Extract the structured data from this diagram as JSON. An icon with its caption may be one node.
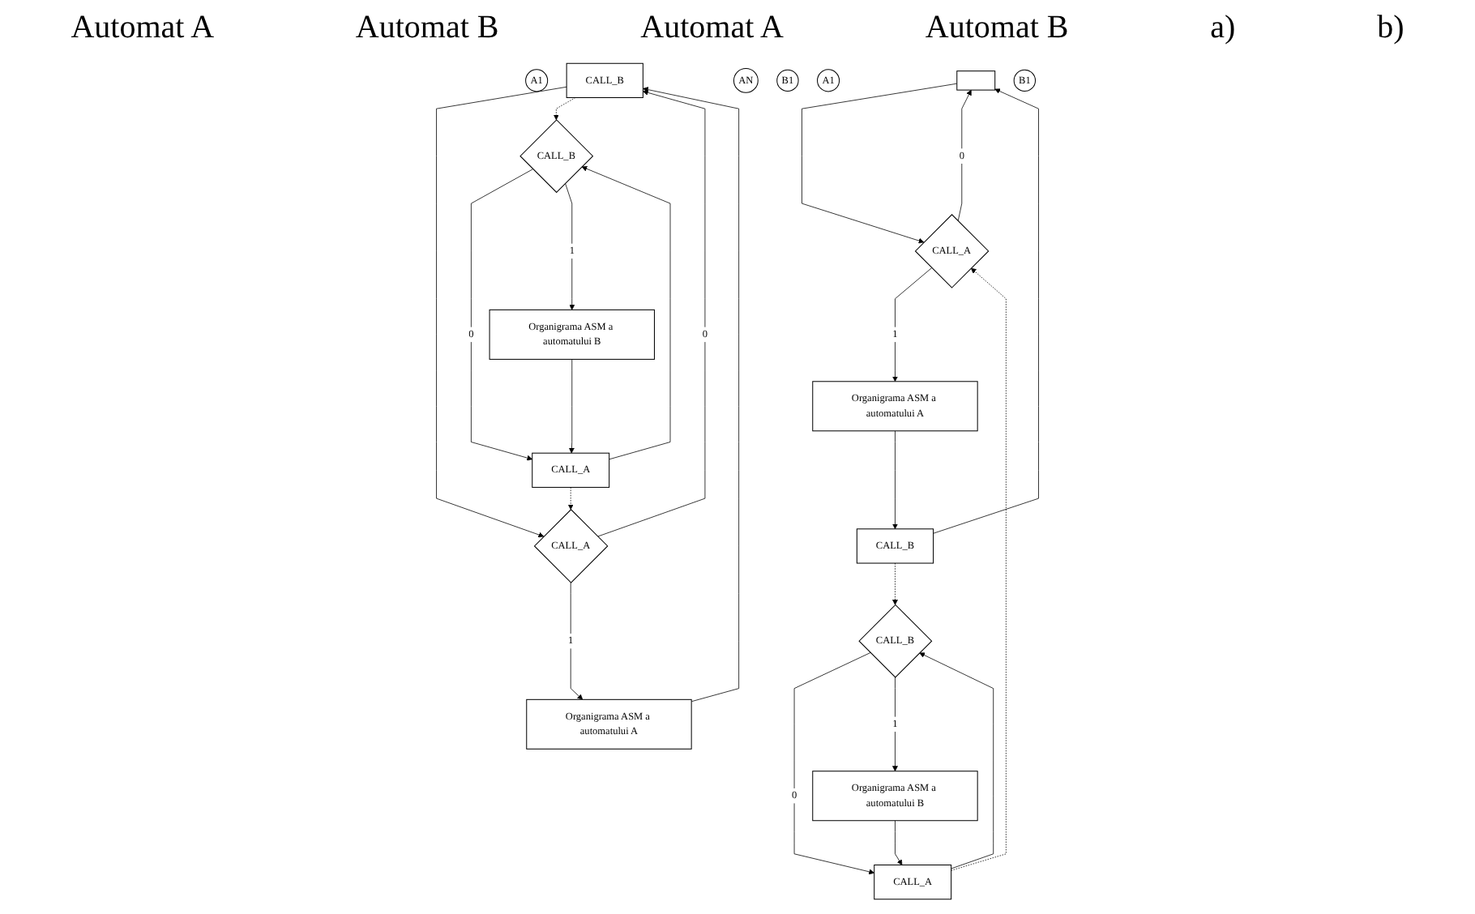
{
  "diagram": {
    "nodes": [
      {
        "text": [
          "A1"
        ]
      },
      {
        "text": [],
        "shape": "box"
      },
      {
        "text": [
          "CALL_A"
        ]
      },
      {
        "text": [
          "Organigrama ASM a automatului A"
        ]
      },
      {
        "text": [
          "AN"
        ]
      },
      {
        "text": [
          "CALL_B"
        ]
      },
      {
        "text": [
          "B1"
        ]
      },
      {
        "text": [
          "CALL_A"
        ]
      },
      {
        "text": [
          "CALL_B"
        ]
      },
      {
        "text": [
          "Organigrama ASM a automatului B"
        ]
      },
      {
        "text": [
          "A1"
        ]
      },
      {
        "text": [
          "CALL_B"
        ]
      },
      {
        "text": [
          "CALL_A"
        ]
      },
      {
        "text": [
          "Organigrama ASM a automatului A"
        ]
      },
      {
        "text": [
          "B1"
        ]
      },
      {
        "text": [
          "CALL_A"
        ]
      },
      {
        "text": [
          "CALL_B"
        ]
      },
      {
        "text": [
          "Organigrama ASM a automatului B"
        ]
      }
    ],
    "edges": [
      {
        "from": 5,
        "to": 1,
        "arrow": "to"
      },
      {
        "from": 1,
        "to": 2,
        "arrow": "to"
      },
      {
        "from": 2,
        "to": 1,
        "arrow": "to",
        "label": "0"
      },
      {
        "from": 2,
        "to": 3,
        "arrow": "to",
        "label": "1"
      },
      {
        "from": 3,
        "to": 5,
        "arrow": "to"
      },
      {
        "from": 7,
        "to": 2,
        "arrow": "to",
        "style": "dashed"
      },
      {
        "from": 5,
        "to": 8,
        "arrow": "to",
        "style": "dashed"
      },
      {
        "from": 9,
        "to": 7,
        "arrow": "to"
      },
      {
        "from": 7,
        "to": 8,
        "arrow": "to"
      },
      {
        "from": 8,
        "to": 7,
        "arrow": "to",
        "label": "0"
      },
      {
        "from": 8,
        "to": 9,
        "arrow": "to",
        "label": "1"
      },
      {
        "from": 13,
        "to": 11,
        "arrow": "to"
      },
      {
        "from": 11,
        "to": 12,
        "arrow": "to"
      },
      {
        "from": 12,
        "to": 11,
        "arrow": "to",
        "label": "0"
      },
      {
        "from": 12,
        "to": 13,
        "arrow": "to",
        "label": "1"
      },
      {
        "from": 15,
        "to": 12,
        "arrow": "to",
        "style": "dashed"
      },
      {
        "from": 11,
        "to": 16,
        "arrow": "to",
        "style": "dashed"
      },
      {
        "from": 17,
        "to": 15,
        "arrow": "to"
      },
      {
        "from": 15,
        "to": 16,
        "arrow": "to"
      },
      {
        "from": 16,
        "to": 15,
        "arrow": "to",
        "label": "0"
      },
      {
        "from": 16,
        "to": 17,
        "arrow": "to",
        "label": "1"
      }
    ],
    "labels": [
      "Automat A",
      "Automat B",
      "Automat A",
      "Automat B",
      "a)",
      "b)"
    ]
  }
}
